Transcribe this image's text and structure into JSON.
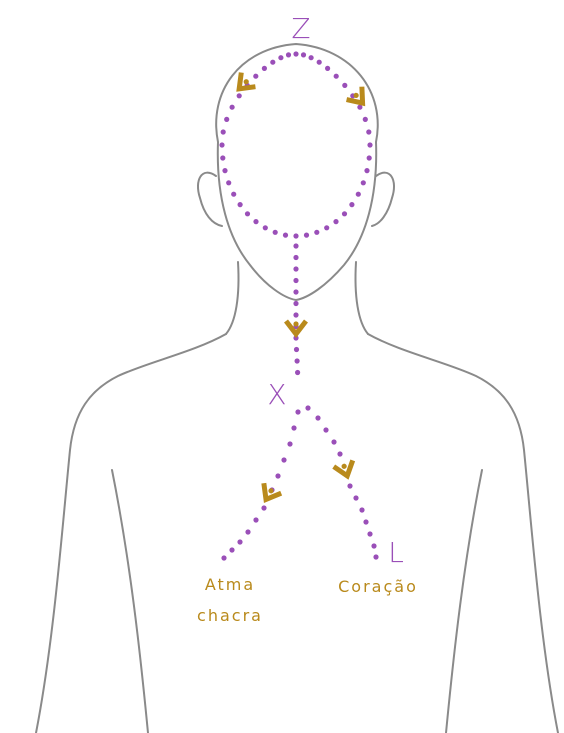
{
  "colors": {
    "outline": "#8a8a8a",
    "dots": "#9a4fb8",
    "marker": "#b98a1c",
    "letter": "#9a4fb8",
    "caption": "#b98a1c"
  },
  "labels": {
    "z": "Z",
    "x": "X",
    "l": "L"
  },
  "captions": {
    "atma_line1": "Atma",
    "atma_line2": "chacra",
    "coracao": "Coração"
  },
  "icons": {
    "marker": "chevron-marker-icon"
  }
}
